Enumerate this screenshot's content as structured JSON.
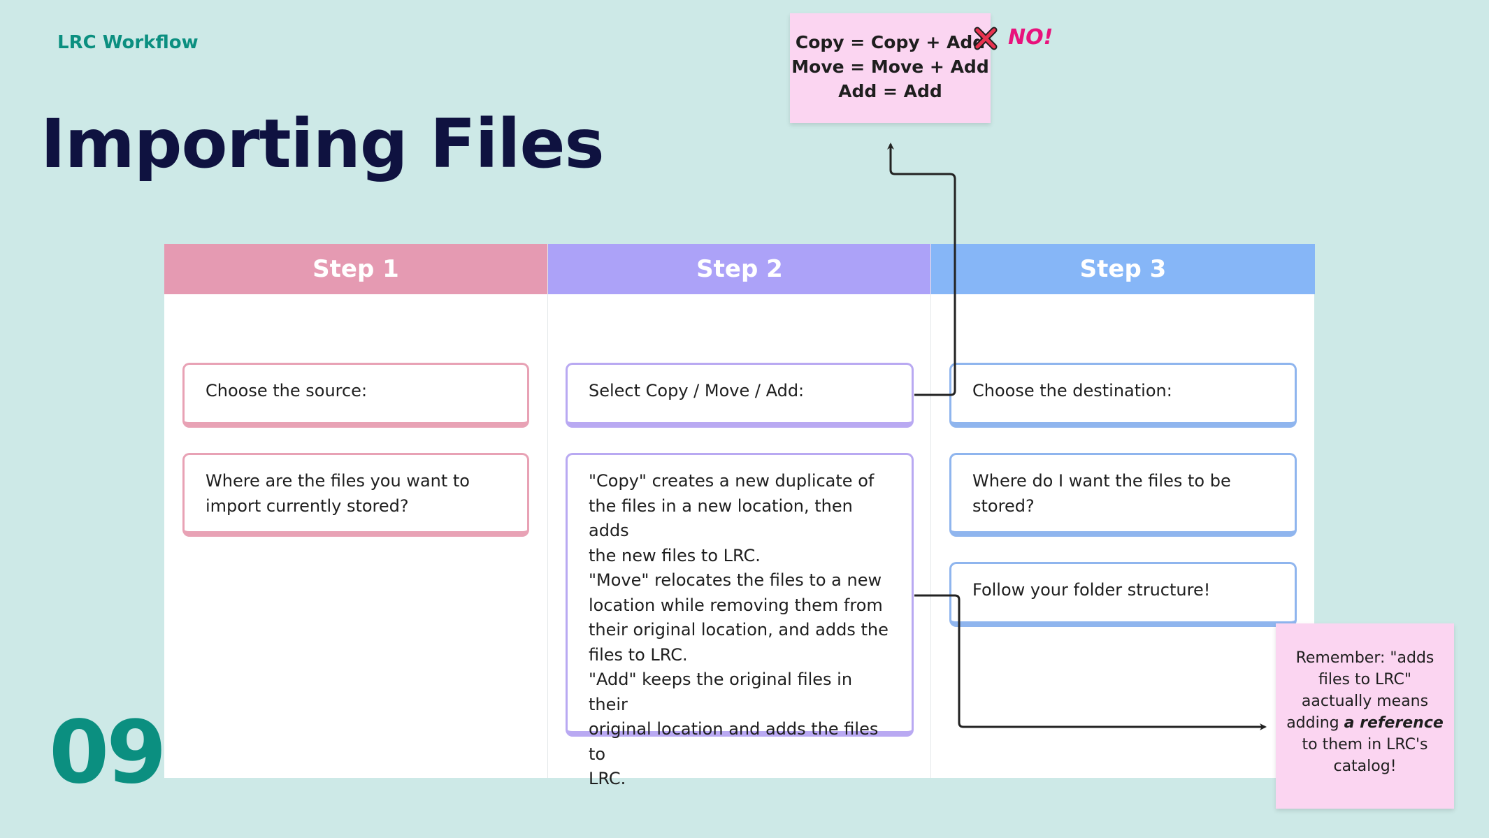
{
  "header": {
    "brand": "LRC Workflow",
    "title": "Importing Files",
    "page_number": "09"
  },
  "columns": [
    {
      "heading": "Step 1",
      "color": "#e59ab2",
      "cards": [
        "Choose the source:",
        "Where are the files you want to\nimport currently stored?"
      ]
    },
    {
      "heading": "Step 2",
      "color": "#aca2f8",
      "cards": [
        "Select Copy / Move / Add:",
        "\"Copy\" creates a new duplicate of\nthe files in a new location, then adds\nthe new files to LRC.\n\"Move\" relocates the files to a new\nlocation while removing them from\ntheir original location, and adds the\nfiles to LRC.\n\"Add\" keeps the original files in their\noriginal location and adds the files to\nLRC."
      ]
    },
    {
      "heading": "Step 3",
      "color": "#86b6f7",
      "cards": [
        "Choose the destination:",
        "Where do I want the files to be\nstored?",
        "Follow your folder structure!"
      ]
    }
  ],
  "note_top": {
    "lines": [
      "Copy = Copy + Add",
      "Move = Move + Add",
      "Add = Add"
    ],
    "marker_icon": "cross-mark-icon",
    "marker_text": "NO!"
  },
  "note_bottom": {
    "line1": "Remember: \"adds",
    "line2": "files to LRC\"",
    "line3": "aactually means",
    "line4_pre": "adding ",
    "line4_emph": "a reference",
    "line5": "to them in LRC's",
    "line6": "catalog!"
  }
}
